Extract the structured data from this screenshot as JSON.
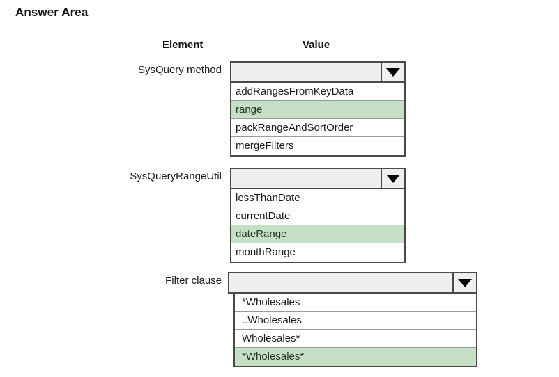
{
  "page": {
    "title": "Answer Area"
  },
  "columns": {
    "element": "Element",
    "value": "Value"
  },
  "colors": {
    "selected_row": "#c6e0c6",
    "combo_header": "#efefef",
    "border": "#4a4a4a",
    "row_divider": "#9a9a9a"
  },
  "rows": [
    {
      "label": "SysQuery method",
      "selected_value": "",
      "arrow_icon": "chevron-down-icon",
      "options": [
        {
          "text": "addRangesFromKeyData",
          "selected": false
        },
        {
          "text": "range",
          "selected": true
        },
        {
          "text": "packRangeAndSortOrder",
          "selected": false
        },
        {
          "text": "mergeFilters",
          "selected": false
        }
      ]
    },
    {
      "label": "SysQueryRangeUtil",
      "selected_value": "",
      "arrow_icon": "chevron-down-icon",
      "options": [
        {
          "text": "lessThanDate",
          "selected": false
        },
        {
          "text": "currentDate",
          "selected": false
        },
        {
          "text": "dateRange",
          "selected": true
        },
        {
          "text": "monthRange",
          "selected": false
        }
      ]
    },
    {
      "label": "Filter clause",
      "selected_value": "",
      "arrow_icon": "chevron-down-icon",
      "options": [
        {
          "text": "*Wholesales",
          "selected": false
        },
        {
          "text": "..Wholesales",
          "selected": false
        },
        {
          "text": "Wholesales*",
          "selected": false
        },
        {
          "text": "*Wholesales*",
          "selected": true
        }
      ]
    }
  ]
}
